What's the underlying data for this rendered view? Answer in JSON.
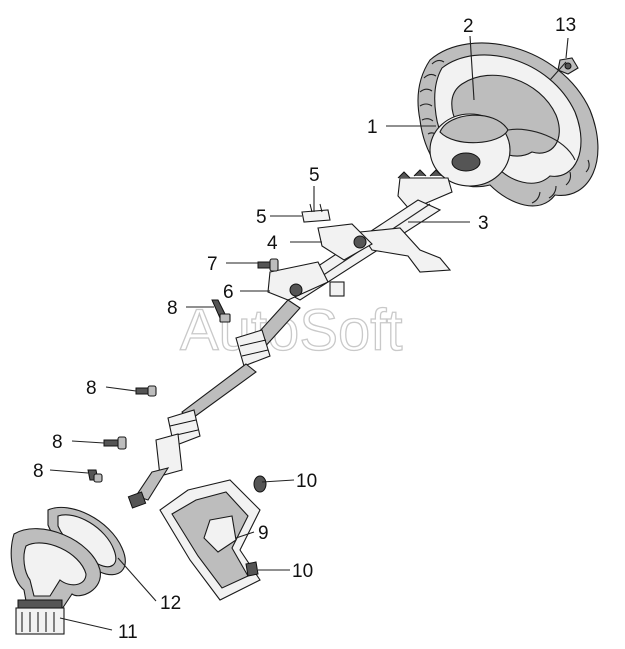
{
  "watermark": "AutoSoft",
  "callouts": {
    "c1": "1",
    "c2": "2",
    "c3": "3",
    "c4": "4",
    "c5a": "5",
    "c5b": "5",
    "c6": "6",
    "c7": "7",
    "c8a": "8",
    "c8b": "8",
    "c8c": "8",
    "c8d": "8",
    "c9": "9",
    "c10a": "10",
    "c10b": "10",
    "c11": "11",
    "c12": "12",
    "c13": "13"
  },
  "icons": {
    "steering_wheel": "steering-wheel-icon",
    "column": "steering-column-icon",
    "shaft": "intermediate-shaft-icon",
    "cover": "column-cover-icon",
    "boot": "boot-seal-icon",
    "gasket": "gasket-ring-icon"
  }
}
